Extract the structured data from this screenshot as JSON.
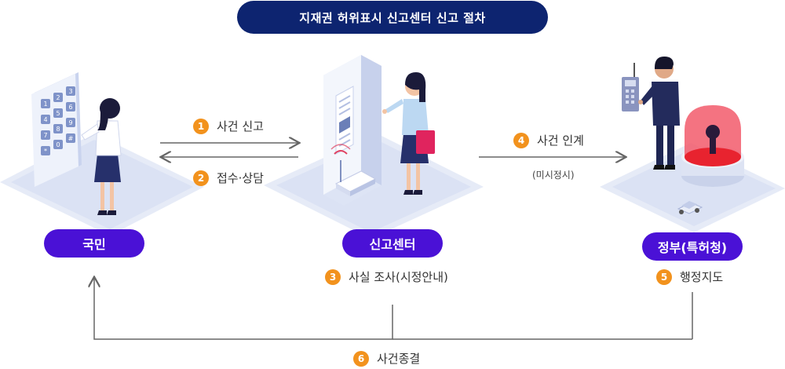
{
  "title": "지재권 허위표시 신고센터 신고 절차",
  "actors": {
    "citizen": "국민",
    "center": "신고센터",
    "government": "정부(특허청)"
  },
  "steps": [
    {
      "num": "1",
      "label": "사건 신고"
    },
    {
      "num": "2",
      "label": "접수·상담"
    },
    {
      "num": "3",
      "label": "사실 조사(시정안내)"
    },
    {
      "num": "4",
      "label": "사건 인계"
    },
    {
      "num": "5",
      "label": "행정지도"
    },
    {
      "num": "6",
      "label": "사건종결"
    }
  ],
  "step4_note": "(미시정시)",
  "keypad_keys": [
    "1",
    "2",
    "3",
    "4",
    "5",
    "6",
    "7",
    "8",
    "9",
    "*",
    "0",
    "#"
  ],
  "colors": {
    "title_bg": "#0d2470",
    "actor_bg": "#4a11d6",
    "badge": "#f2921d",
    "arrow": "#666666"
  }
}
